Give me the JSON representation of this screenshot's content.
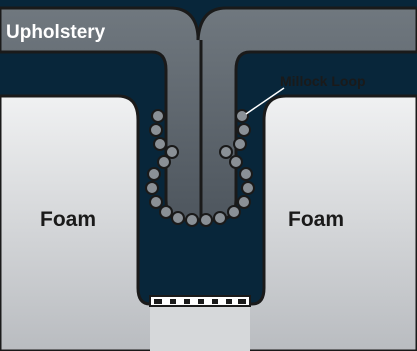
{
  "diagram": {
    "labels": {
      "upholstery": "Upholstery",
      "millock_loop": "Millock Loop",
      "foam_left": "Foam",
      "foam_right": "Foam"
    },
    "colors": {
      "background": "#08263a",
      "upholstery": "#5d6670",
      "foam": "#e2e4e6",
      "loop_bead": "#8a9096",
      "outline": "#1a1a1a",
      "label_light": "#ffffff",
      "label_dark": "#1a1a1a"
    },
    "icons": {
      "bead": "circle",
      "fastener_strip": "hook-strip"
    }
  }
}
